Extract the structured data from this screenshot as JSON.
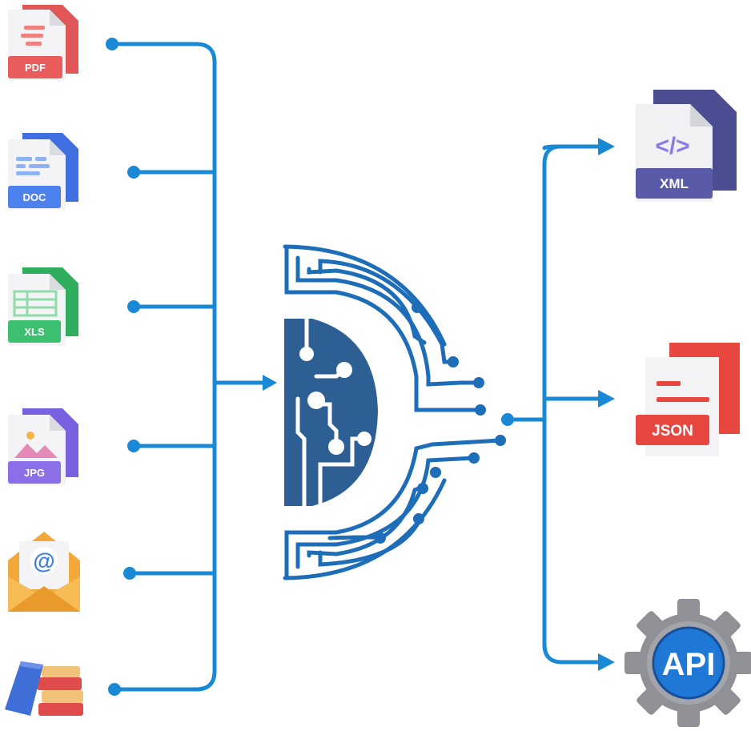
{
  "inputs": [
    {
      "label": "PDF",
      "icon": "pdf-file-icon"
    },
    {
      "label": "DOC",
      "icon": "doc-file-icon"
    },
    {
      "label": "XLS",
      "icon": "xls-file-icon"
    },
    {
      "label": "JPG",
      "icon": "jpg-file-icon"
    },
    {
      "label": "",
      "icon": "email-envelope-icon",
      "symbol": "@"
    },
    {
      "label": "",
      "icon": "books-stack-icon"
    }
  ],
  "processor": {
    "icon": "ai-circuit-brain-icon"
  },
  "outputs": [
    {
      "label": "XML",
      "icon": "xml-file-icon",
      "symbol": "</>"
    },
    {
      "label": "JSON",
      "icon": "json-file-icon"
    },
    {
      "label": "API",
      "icon": "api-gear-icon"
    }
  ],
  "colors": {
    "line": "#1989d6",
    "circuit": "#1d6db8",
    "circuit_dark": "#2d5f95",
    "pdf": "#e85c5c",
    "doc": "#4d82ee",
    "xls": "#3cbf6e",
    "jpg": "#8b6fe8",
    "xml": "#5a5ba8",
    "json": "#e8473f",
    "api_gear": "#8f9196",
    "api_badge": "#1f78d6",
    "envelope": "#f2a93b"
  }
}
